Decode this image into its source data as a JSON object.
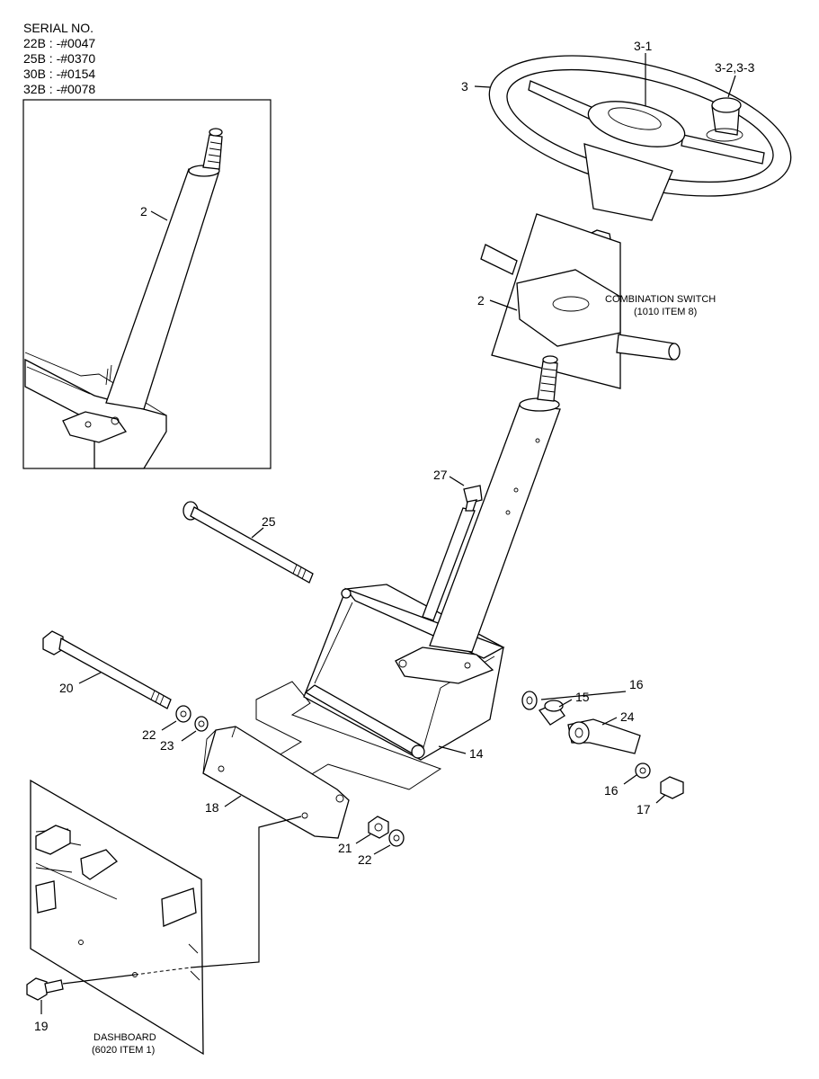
{
  "serial": {
    "heading": "SERIAL NO.",
    "lines": [
      "22B : -#0047",
      "25B : -#0370",
      "30B : -#0154",
      "32B : -#0078"
    ]
  },
  "notes": {
    "combination_switch_1": "COMBINATION SWITCH",
    "combination_switch_2": "(1010 ITEM 8)",
    "dashboard_1": "DASHBOARD",
    "dashboard_2": "(6020 ITEM 1)"
  },
  "callouts": {
    "c3": "3",
    "c3_1": "3-1",
    "c3_23": "3-2,3-3",
    "c2_main": "2",
    "c2_inset": "2",
    "c27": "27",
    "c25": "25",
    "c20": "20",
    "c22a": "22",
    "c23": "23",
    "c16a": "16",
    "c15": "15",
    "c24": "24",
    "c14": "14",
    "c16b": "16",
    "c17": "17",
    "c18": "18",
    "c21": "21",
    "c22b": "22",
    "c19": "19"
  }
}
